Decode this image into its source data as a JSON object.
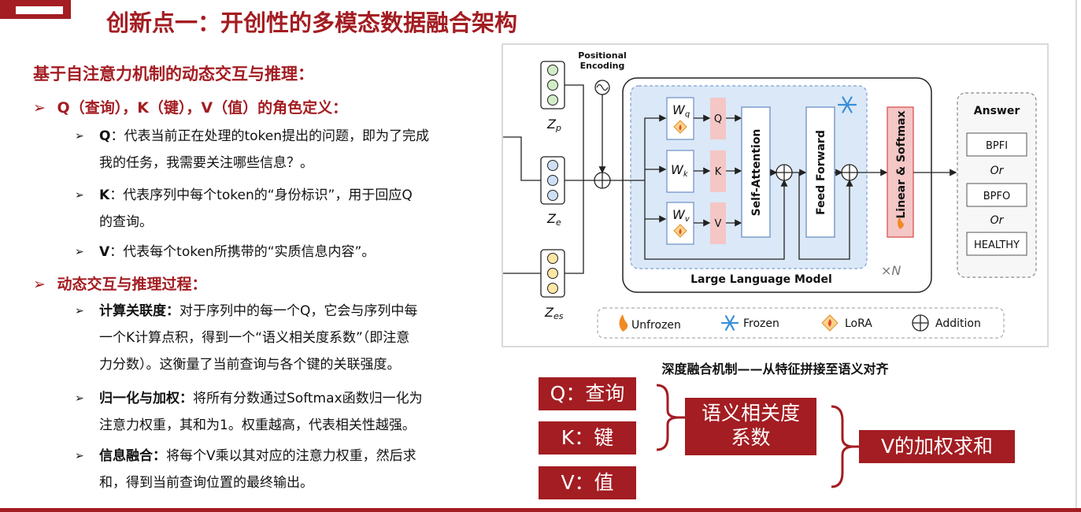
{
  "slide": {
    "title": "创新点一：开创性的多模态数据融合架构",
    "section1_heading": "基于自注意力机制的动态交互与推理：",
    "qkv_heading": "Q（查询），K（键），V（值）的角色定义：",
    "q_label": "Q",
    "q_text_line1": "：代表当前正在处理的token提出的问题，即为了完成",
    "q_text_line2": "我的任务，我需要关注哪些信息？。",
    "k_label": "K",
    "k_text_line1": "：代表序列中每个token的“身份标识”，用于回应Q",
    "k_text_line2": "的查询。",
    "v_label": "V",
    "v_text_line1": "：代表每个token所携带的“实质信息内容”。",
    "process_heading": "动态交互与推理过程：",
    "step1_label": "计算关联度：",
    "step1_line1": "对于序列中的每一个Q，它会与序列中每",
    "step1_line2": "一个K计算点积，得到一个“语义相关度系数”（即注意",
    "step1_line3": "力分数）。这衡量了当前查询与各个键的关联强度。",
    "step2_label": "归一化与加权：",
    "step2_line1": "将所有分数通过Softmax函数归一化为",
    "step2_line2": "注意力权重，其和为1。权重越高，代表相关性越强。",
    "step3_label": "信息融合：",
    "step3_line1": "将每个V乘以其对应的注意力权重，然后求",
    "step3_line2": "和，得到当前查询位置的最终输出。",
    "bullet": "➢",
    "figure_caption": "深度融合机制——从特征拼接至语义对齐"
  },
  "diagram": {
    "positional_line1": "Positional",
    "positional_line2": "Encoding",
    "zp": "Z",
    "zp_sub": "p",
    "ze": "Z",
    "ze_sub": "e",
    "zes": "Z",
    "zes_sub": "es",
    "wq": "W",
    "wq_sub": "q",
    "wk": "W",
    "wk_sub": "k",
    "wv": "W",
    "wv_sub": "v",
    "q": "Q",
    "k": "K",
    "v": "V",
    "self_attention": "Self-Attention",
    "feed_forward": "Feed Forward",
    "linear_softmax": "Linear & Softmax",
    "llm_label": "Large Language Model",
    "times_n": "×N",
    "answer_title": "Answer",
    "answers": [
      "BPFI",
      "BPFO",
      "HEALTHY"
    ],
    "or": "Or",
    "legend": {
      "unfrozen": "Unfrozen",
      "frozen": "Frozen",
      "lora": "LoRA",
      "addition": "Addition"
    }
  },
  "summary": {
    "q_box": "Q：查询",
    "k_box": "K：键",
    "v_box": "V：值",
    "relevance_line1": "语义相关度",
    "relevance_line2": "系数",
    "weighted_sum": "V的加权求和"
  },
  "colors": {
    "accent": "#a31d22",
    "frozen_blue": "#dbe8f7",
    "pink": "#f4c6c6"
  }
}
